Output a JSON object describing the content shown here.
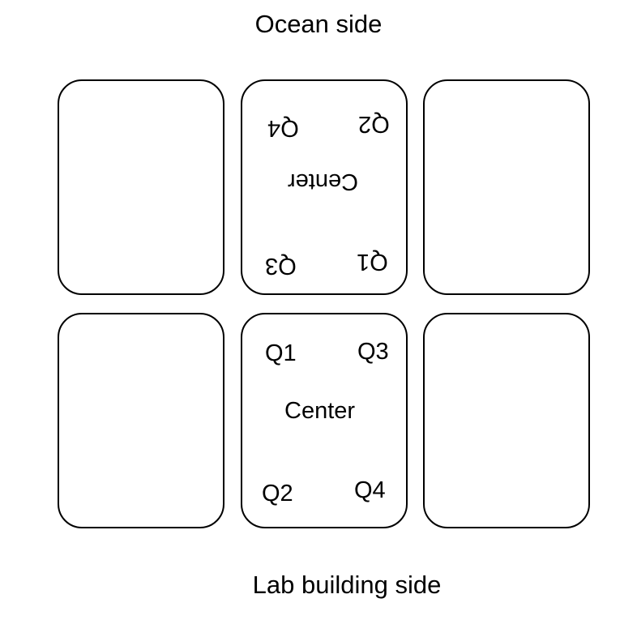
{
  "labels": {
    "top": "Ocean side",
    "bottom": "Lab building side"
  },
  "panels": {
    "top_center": {
      "q1": "Q1",
      "q2": "Q2",
      "q3": "Q3",
      "q4": "Q4",
      "center": "Center"
    },
    "bottom_center": {
      "q1": "Q1",
      "q2": "Q2",
      "q3": "Q3",
      "q4": "Q4",
      "center": "Center"
    }
  },
  "orientation": {
    "top_center": "rotated-180",
    "bottom_center": "upright"
  }
}
